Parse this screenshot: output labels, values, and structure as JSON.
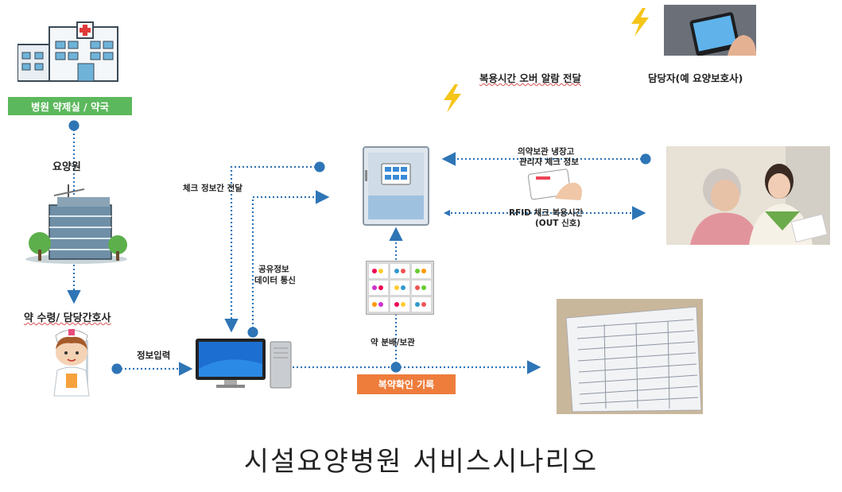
{
  "labels": {
    "pharmacy": "병원 약제실 / 약국",
    "nursing_home": "요양원",
    "nurse": "약 수령/ 담당간호사",
    "info_input": "정보입력",
    "check_info_transfer": "체크 정보간 전달",
    "shared_info_line1": "공유정보",
    "shared_info_line2": "데이터 통신",
    "medicine_storage": "약 분배/보관",
    "medication_record": "복약확인 기록",
    "fridge_line1": "의약보관 냉장고",
    "fridge_line2": "관리자 체크 정보",
    "rfid_line1": "RFID 체크 복용시간",
    "rfid_line2": "(OUT 신호)",
    "overtime_alarm": "복용시간 오버 알람 전달",
    "caregiver": "담당자(예 요양보호사)"
  },
  "title": "시설요양병원 서비스시나리오",
  "colors": {
    "arrow": "#2e75b6",
    "pharmacy_box": "#5cb85c",
    "record_box": "#ee7d3c",
    "lightning": "#f5c518"
  },
  "icons": [
    "hospital-icon",
    "office-building-icon",
    "nurse-icon",
    "desktop-computer-icon",
    "medicine-fridge-icon",
    "medicine-packs-icon",
    "rfid-card-icon",
    "smartphone-icon",
    "caregiver-photo",
    "record-sheet-icon",
    "lightning-icon"
  ]
}
